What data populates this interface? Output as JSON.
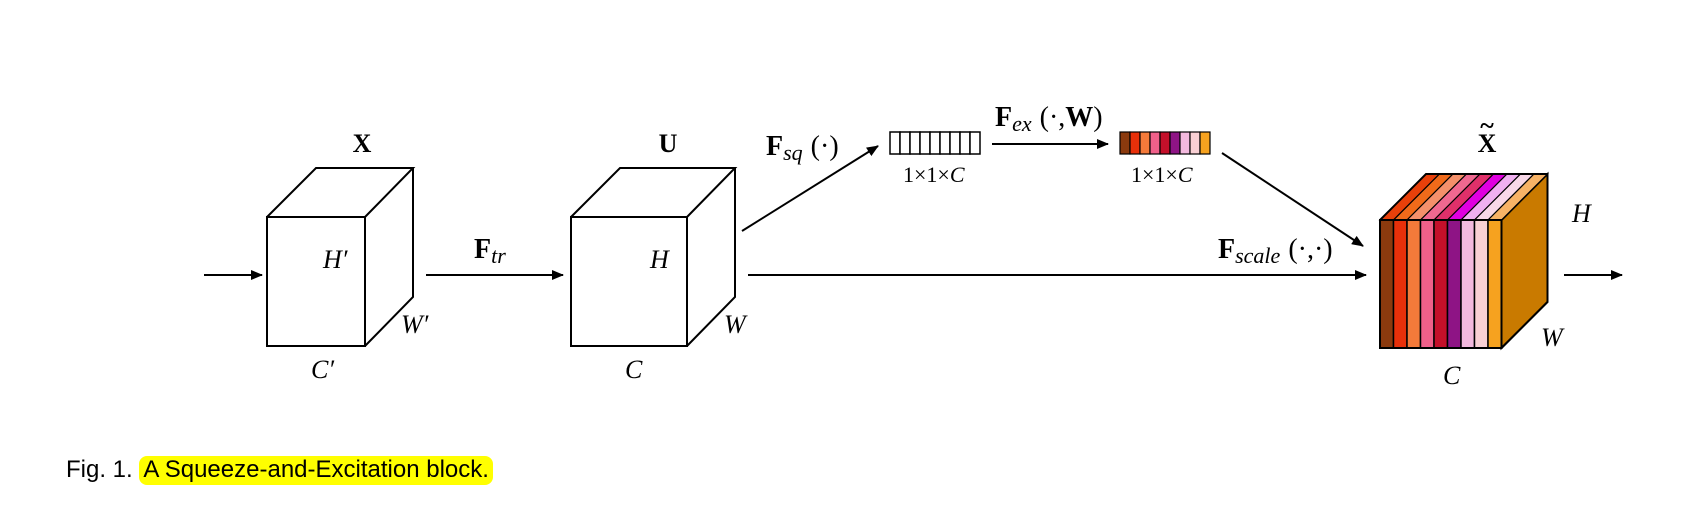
{
  "blocks": {
    "input": {
      "title": "X",
      "h": "H",
      "w": "W",
      "c": "C",
      "prime": "′"
    },
    "transformed": {
      "title": "U",
      "h": "H",
      "w": "W",
      "c": "C"
    },
    "output": {
      "title": "X",
      "tilde": "~",
      "h": "H",
      "w": "W",
      "c": "C"
    }
  },
  "ops": {
    "tr": {
      "f": "F",
      "sub": "tr"
    },
    "sq": {
      "f": "F",
      "sub": "sq",
      "arg": "(·)"
    },
    "ex": {
      "f": "F",
      "sub": "ex",
      "arg_open": "(·,",
      "arg_bold": "W",
      "arg_close": ")"
    },
    "scale": {
      "f": "F",
      "sub": "scale",
      "arg": "(·,·)"
    }
  },
  "vectors": {
    "squeezed": {
      "dims": "1×1×",
      "c": "C",
      "cells": 9
    },
    "excited": {
      "dims": "1×1×",
      "c": "C",
      "colors": [
        "#8B3A0E",
        "#E8300A",
        "#F47A3A",
        "#F0608A",
        "#C4102A",
        "#8E1485",
        "#F3B9DE",
        "#F9D0D4",
        "#F6A21F"
      ]
    }
  },
  "output_stripes": [
    "#8B3A0E",
    "#E8300A",
    "#F47A3A",
    "#F0608A",
    "#C4102A",
    "#8E1485",
    "#F3B9DE",
    "#F9D0D4",
    "#F6A21F"
  ],
  "output_top_stripes": [
    "#E8400A",
    "#F06A1A",
    "#F4906A",
    "#F06890",
    "#E0306A",
    "#E000E0",
    "#F0B0F0",
    "#F8D8E8",
    "#F7B366"
  ],
  "output_side_color": "#C97A00",
  "caption": {
    "prefix": "Fig. 1.",
    "text": "A Squeeze-and-Excitation block."
  }
}
